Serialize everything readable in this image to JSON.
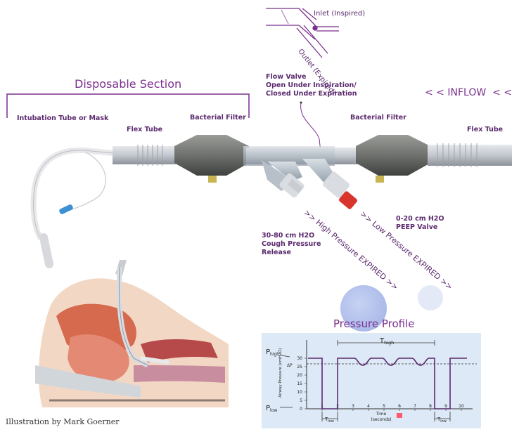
{
  "valve_inset": {
    "inlet": "Inlet (Inspired)",
    "outlet": "Outlet (Expired)"
  },
  "disposable": {
    "title": "Disposable Section",
    "intubation": "Intubation Tube or Mask",
    "flex_tube_left": "Flex Tube",
    "bacterial_filter_left": "Bacterial Filter"
  },
  "flow_valve": {
    "line1": "Flow Valve",
    "line2": "Open Under Inspiration/",
    "line3": "Closed Under Expiration"
  },
  "inflow": "< < INFLOW  < <",
  "right_side": {
    "bacterial_filter": "Bacterial Filter",
    "flex_tube": "Flex Tube"
  },
  "peep": {
    "line1": "0-20 cm H2O",
    "line2": "PEEP Valve"
  },
  "cough": {
    "line1": "30-80 cm H2O",
    "line2": "Cough Pressure",
    "line3": "Release"
  },
  "arrows": {
    "high": ">> High Pressure EXPIRED >>",
    "low": ">> Low Pressure EXPIRED >>"
  },
  "credit": "Illustration by Mark Goerner",
  "pressure_profile": {
    "title": "Pressure Profile",
    "p_high": "P",
    "p_high_sub": "high",
    "p_low": "P",
    "p_low_sub": "low",
    "t_high": "T",
    "t_high_sub": "high",
    "t_low": "T",
    "t_low_sub": "low",
    "delta_p": "ΔP",
    "ylabel": "Airway Pressure (cmH2O)",
    "xlabel": "Time",
    "xlabel2": "(seconds)",
    "y_ticks": [
      "0",
      "5",
      "10",
      "15",
      "20",
      "25",
      "30"
    ],
    "x_ticks": [
      "1",
      "2",
      "3",
      "4",
      "5",
      "6",
      "7",
      "8",
      "9",
      "10"
    ],
    "colors": {
      "trace": "#5b2a6e",
      "bg": "#dde9f6",
      "marker": "#ff5a6a"
    }
  }
}
